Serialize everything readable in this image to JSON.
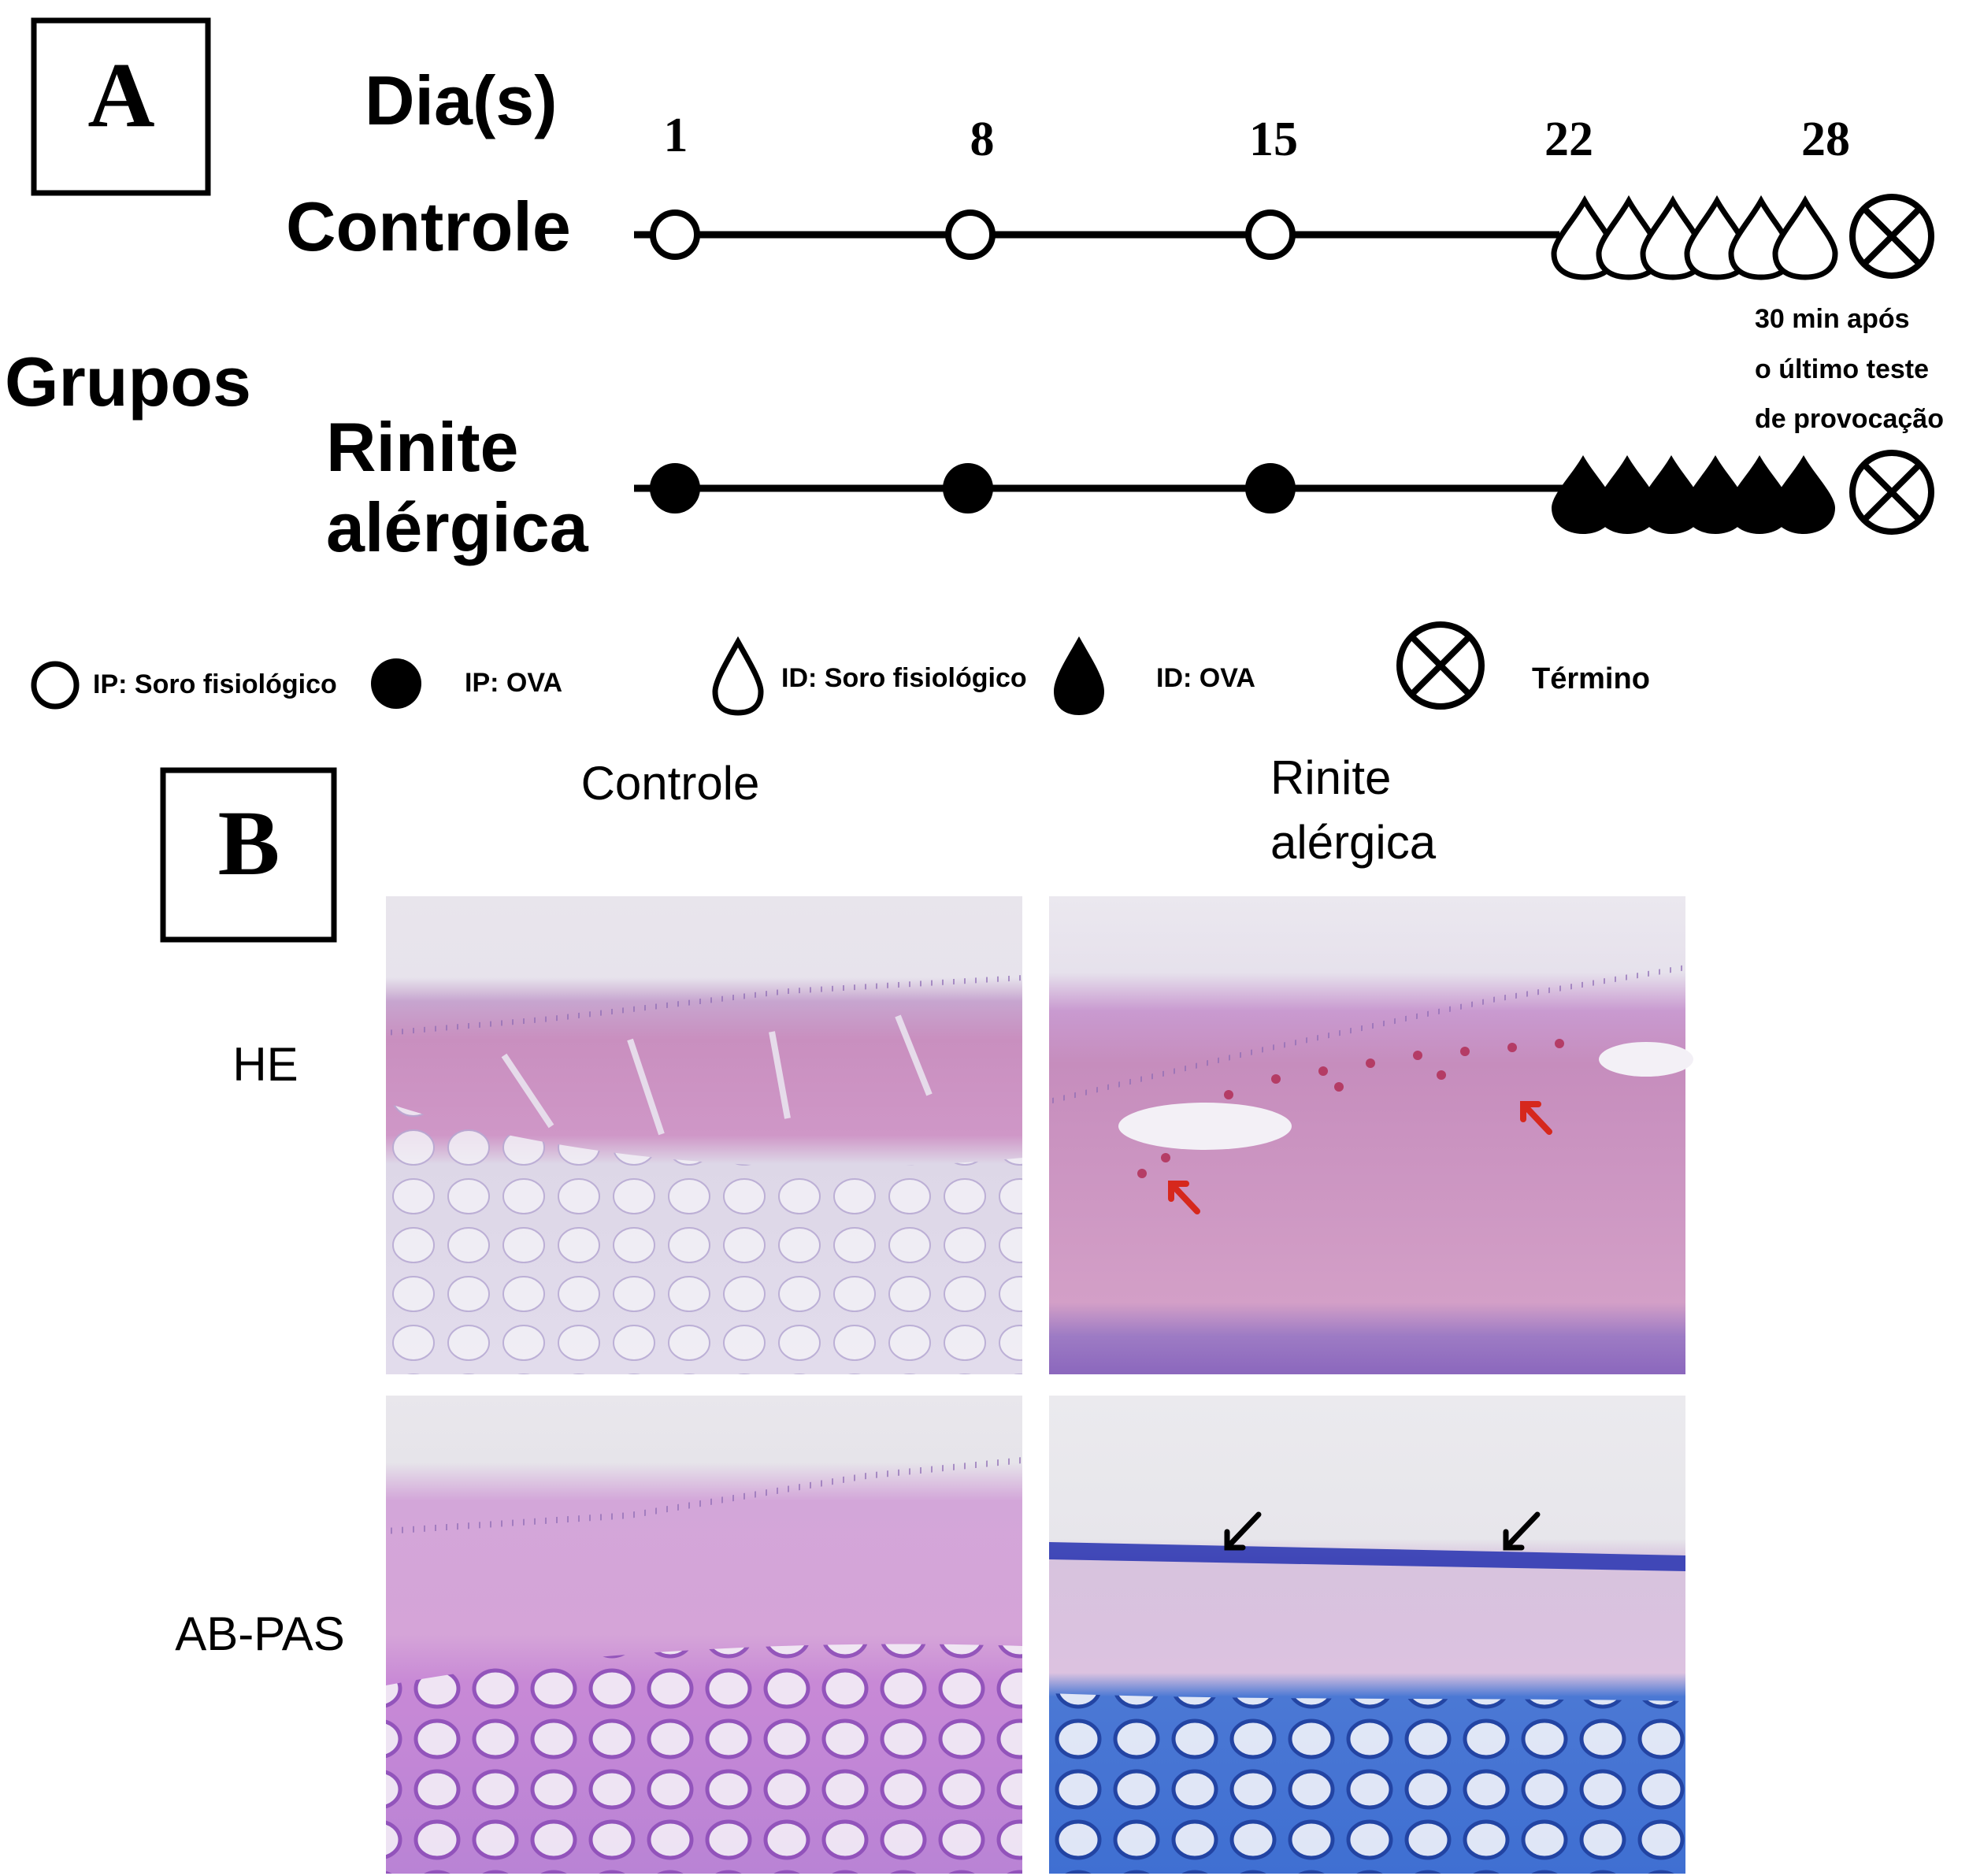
{
  "panel_a": {
    "letter": "A",
    "days_label": "Dia(s)",
    "day_ticks": [
      "1",
      "8",
      "15",
      "22",
      "28"
    ],
    "groups_label": "Grupos",
    "group_control": "Controle",
    "group_rhinitis_line1": "Rinite",
    "group_rhinitis_line2": "alérgica",
    "end_note_line1": "30 min após",
    "end_note_line2": "o último teste",
    "end_note_line3": "de provocação",
    "legend": {
      "ip_saline": "IP: Soro fisiológico",
      "ip_ova": "IP: OVA",
      "id_saline": "ID: Soro fisiológico",
      "id_ova": "ID: OVA",
      "end": "Término"
    }
  },
  "panel_b": {
    "letter": "B",
    "col_control": "Controle",
    "col_rhinitis_line1": "Rinite",
    "col_rhinitis_line2": "alérgica",
    "row_he": "HE",
    "row_abpas": "AB-PAS"
  },
  "colors": {
    "he_background": "#eae6ef",
    "he_tissue": "#c98fbf",
    "he_cartilage": "#e2dcec",
    "abpas_tissue": "#d7a6dc",
    "abpas_cartilage_control": "#c889d6",
    "abpas_cartilage_rhinitis": "#3f6fd2",
    "red_arrow": "#d6281d",
    "black_arrow": "#000000"
  }
}
